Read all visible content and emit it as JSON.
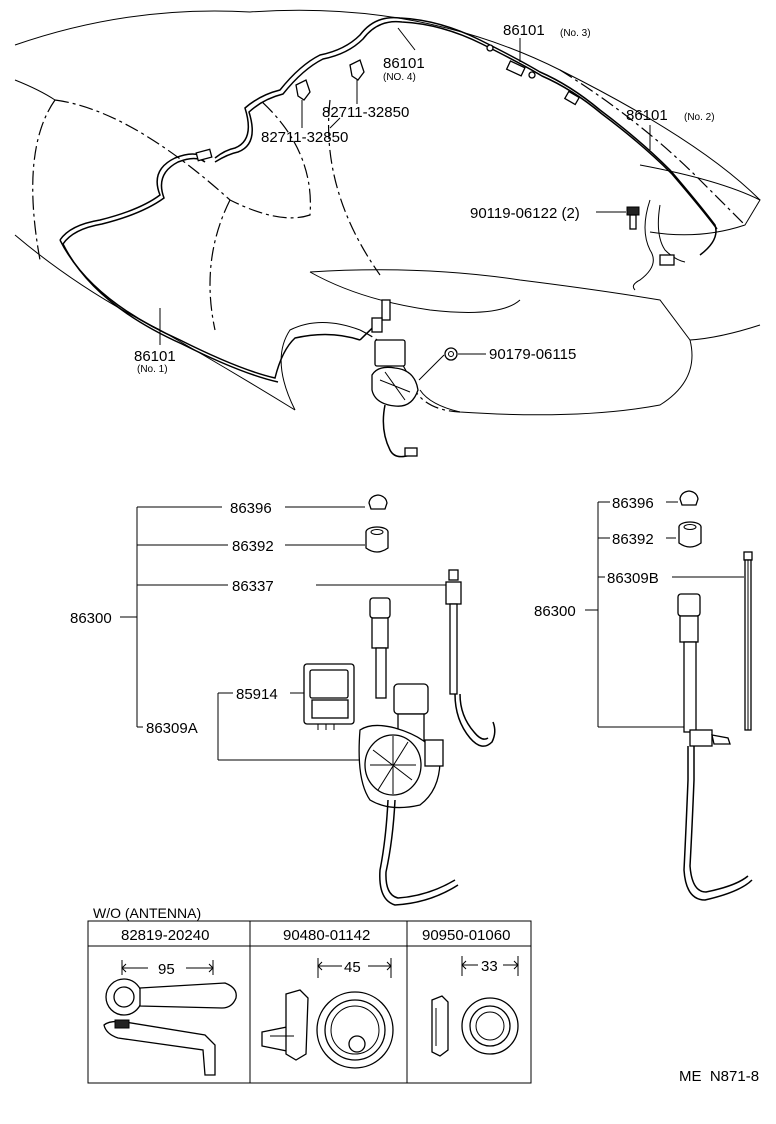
{
  "callouts": {
    "wire_no1": "86101",
    "wire_no1_note": "(No. 1)",
    "wire_no2": "86101",
    "wire_no2_note": "(No. 2)",
    "wire_no3": "86101",
    "wire_no3_note": "(No. 3)",
    "wire_no4": "86101",
    "wire_no4_note": "(NO. 4)",
    "clamp_a": "82711-32850",
    "clamp_b": "82711-32850",
    "screw": "90119-06122 (2)",
    "nut": "90179-06115"
  },
  "assembly_left": {
    "main": "86300",
    "cap": "86396",
    "bushing": "86392",
    "mast": "86337",
    "relay": "85914",
    "motor_assy": "86309A"
  },
  "assembly_right": {
    "main": "86300",
    "cap": "86396",
    "bushing": "86392",
    "manual_assy": "86309B"
  },
  "wo_table": {
    "title": "W/O (ANTENNA)",
    "columns": [
      {
        "part": "82819-20240",
        "dimension": "95"
      },
      {
        "part": "90480-01142",
        "dimension": "45"
      },
      {
        "part": "90950-01060",
        "dimension": "33"
      }
    ]
  },
  "footer": {
    "code": "ME  N871-8"
  }
}
